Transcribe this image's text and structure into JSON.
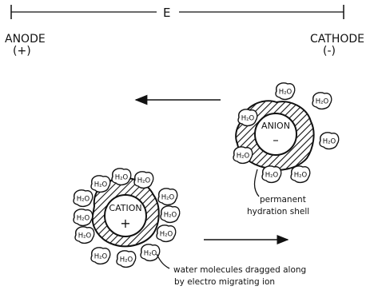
{
  "field": {
    "label": "E"
  },
  "electrodes": {
    "anode_name": "ANODE",
    "anode_sign": "(+)",
    "cathode_name": "CATHODE",
    "cathode_sign": "(-)"
  },
  "anion": {
    "label": "ANION",
    "sign": "–"
  },
  "cation": {
    "label": "CATION",
    "sign": "+"
  },
  "water": {
    "label": "H₂O"
  },
  "annotations": {
    "shell_line1": "permanent",
    "shell_line2": "hydration shell",
    "water_line1": "water molecules dragged along",
    "water_line2": "by electro migrating ion"
  },
  "colors": {
    "ink": "#111111"
  }
}
